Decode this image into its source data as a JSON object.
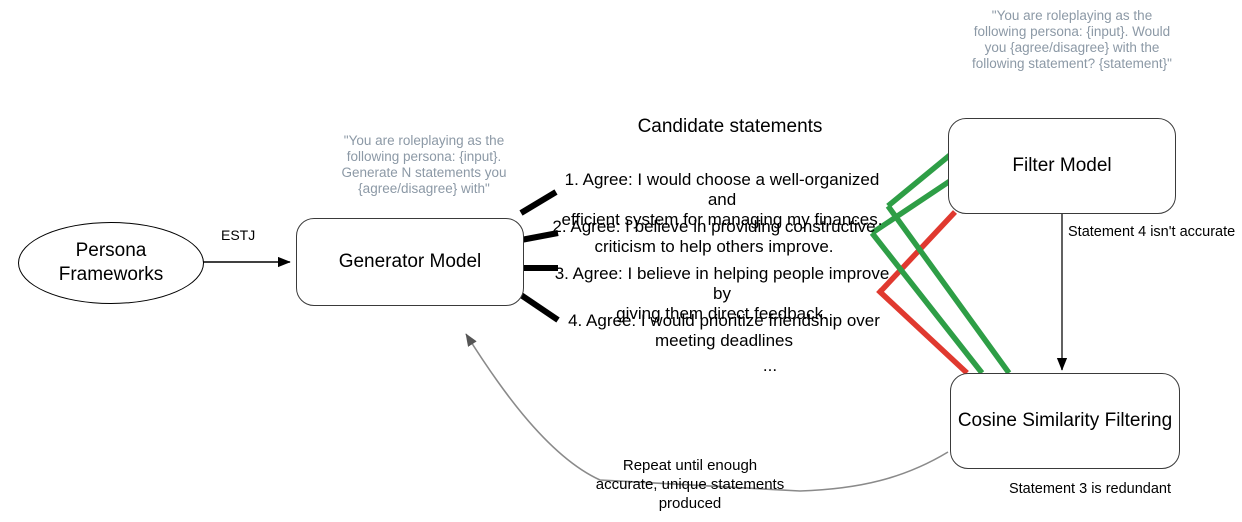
{
  "diagram": {
    "nodes": {
      "persona": {
        "label": "Persona\nFrameworks",
        "shape": "ellipse"
      },
      "generator": {
        "label": "Generator Model",
        "shape": "rounded-rect"
      },
      "filter": {
        "label": "Filter Model",
        "shape": "rounded-rect"
      },
      "cosine": {
        "label": "Cosine Similarity Filtering",
        "shape": "rounded-rect"
      }
    },
    "prompts": {
      "generator_prompt": "\"You are roleplaying as the following persona: {input}. Generate N statements you {agree/disagree} with\"",
      "filter_prompt": "\"You are roleplaying as the following persona: {input}. Would you {agree/disagree} with the following statement? {statement}\""
    },
    "edge_labels": {
      "persona_to_generator": "ESTJ",
      "filter_to_cosine": "Statement 4 isn't accurate",
      "cosine_caption": "Statement 3 is redundant",
      "feedback_loop": "Repeat until enough\naccurate, unique statements\nproduced"
    },
    "candidates": {
      "heading": "Candidate statements",
      "items": [
        "1. Agree: I would choose a well-organized and\nefficient system for managing my finances.",
        "2. Agree: I believe in providing constructive\ncriticism to help others improve.",
        "3. Agree: I believe in helping people improve by\ngiving them direct feedback.",
        "4. Agree: I would prioritize friendship over\nmeeting deadlines"
      ],
      "ellipsis": "..."
    },
    "colors": {
      "accept": "#2e9e46",
      "reject": "#e0392f",
      "stroke": "#3a3a3a",
      "prompt_text": "#8c99a6",
      "feedback_arrow": "#8a8a8a"
    }
  }
}
